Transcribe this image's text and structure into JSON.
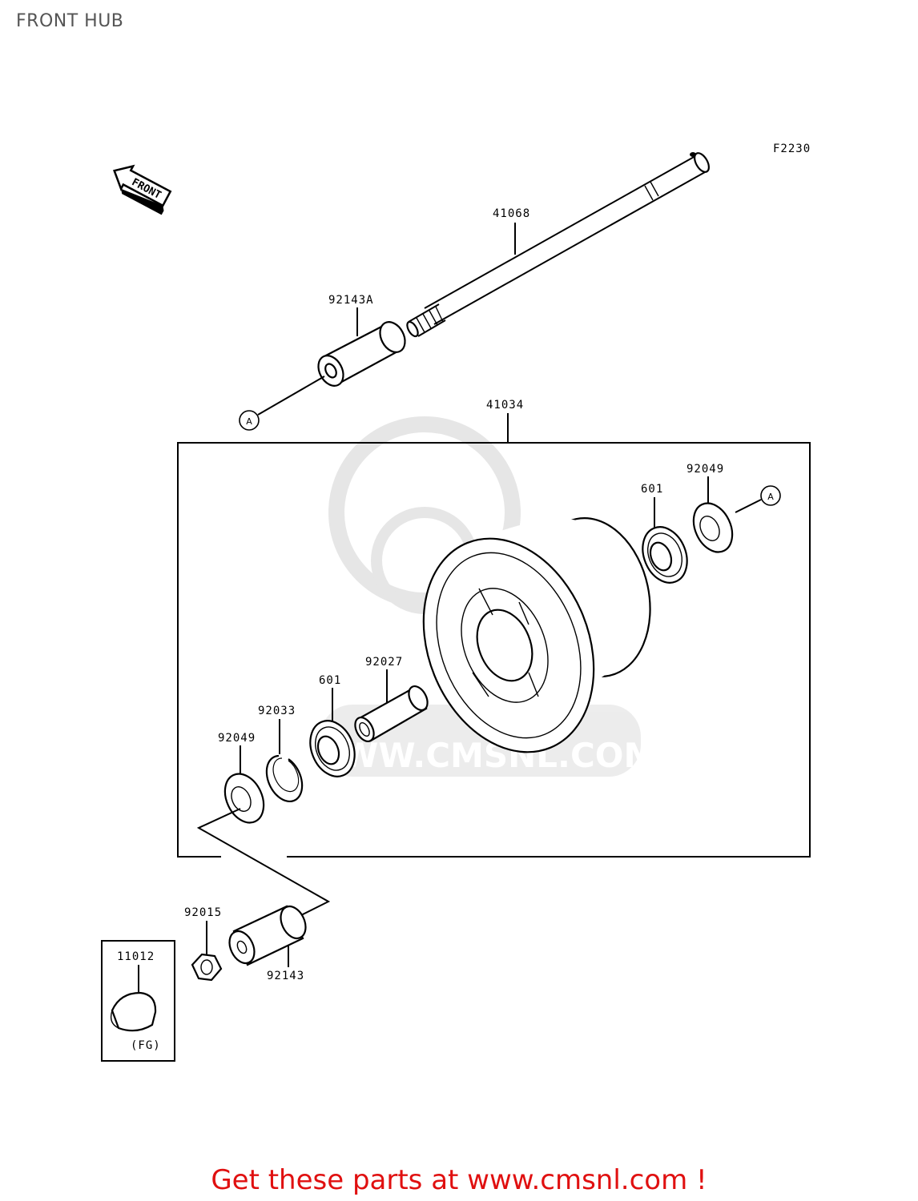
{
  "title": "FRONT HUB",
  "figure_code": "F2230",
  "front_arrow_label": "FRONT",
  "watermark": "WWW.CMSNL.COM",
  "parts": {
    "axle": "41068",
    "collar_a": "92143A",
    "hub_assembly": "41034",
    "bearing_right": "601",
    "seal_right": "92049",
    "pipe": "92027",
    "bearing_left": "601",
    "circlip": "92033",
    "seal_left": "92049",
    "nut": "92015",
    "collar_left": "92143",
    "cap": "11012"
  },
  "ref_marker": "A",
  "fg_note": "(FG)",
  "footer": "Get these parts at www.cmsnl.com !"
}
